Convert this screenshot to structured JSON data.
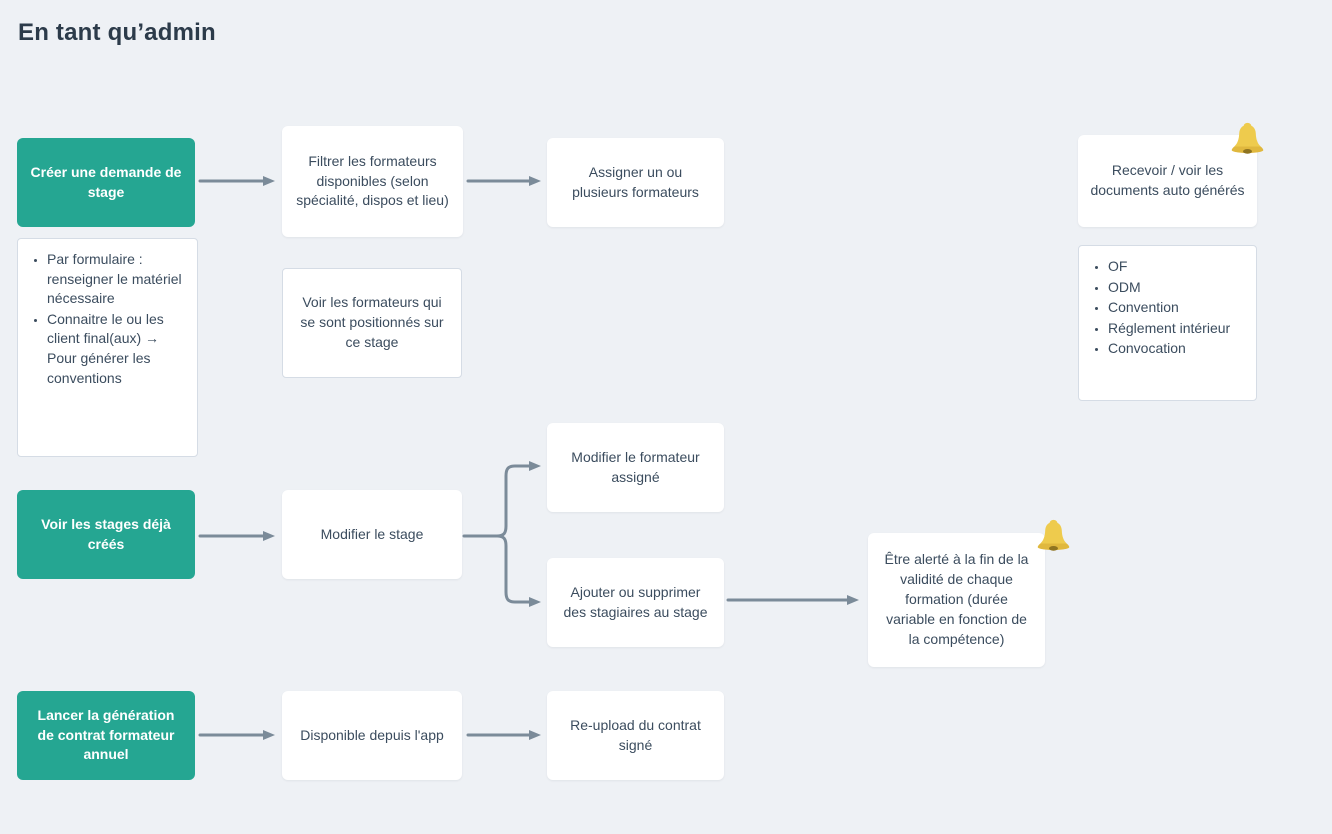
{
  "title": "En tant qu’admin",
  "colors": {
    "background": "#eef1f5",
    "teal": "#25a692",
    "text": "#3b4c5e",
    "title": "#2c3b4a",
    "arrow": "#7b8b99",
    "note_border": "#d5dce5",
    "bell_yellow": "#eecb4d",
    "bell_rim": "#e0b83e",
    "bell_clapper": "#8f7420"
  },
  "icons": {
    "bell": "notification-bell"
  },
  "nodes": {
    "creer_demande": {
      "label": "Créer une demande de stage"
    },
    "filtrer_formateurs": {
      "label": "Filtrer les formateurs disponibles (selon spécialité, dispos et lieu)"
    },
    "assigner_formateurs": {
      "label": "Assigner un ou plusieurs formateurs"
    },
    "recevoir_documents": {
      "label": "Recevoir / voir les documents auto générés"
    },
    "form_details": {
      "items": [
        "Par formulaire : renseigner le matériel nécessaire",
        "Connaitre le ou les client final(aux) → Pour générer les conventions"
      ]
    },
    "voir_formateurs_positionnes": {
      "label": "Voir les formateurs qui se sont positionnés sur ce stage"
    },
    "documents_list": {
      "items": [
        "OF",
        "ODM",
        "Convention",
        "Réglement intérieur",
        "Convocation"
      ]
    },
    "voir_stages": {
      "label": "Voir les stages déjà créés"
    },
    "modifier_stage": {
      "label": "Modifier le stage"
    },
    "modifier_formateur": {
      "label": "Modifier le formateur assigné"
    },
    "ajouter_stagiaires": {
      "label": "Ajouter ou supprimer des stagiaires au stage"
    },
    "etre_alerte": {
      "label": "Être alerté à la fin de la validité de chaque formation (durée variable en fonction de la compétence)"
    },
    "lancer_generation": {
      "label": "Lancer la génération de contrat formateur annuel"
    },
    "disponible_app": {
      "label": "Disponible depuis l'app"
    },
    "reupload_contrat": {
      "label": "Re-upload du contrat signé"
    }
  }
}
